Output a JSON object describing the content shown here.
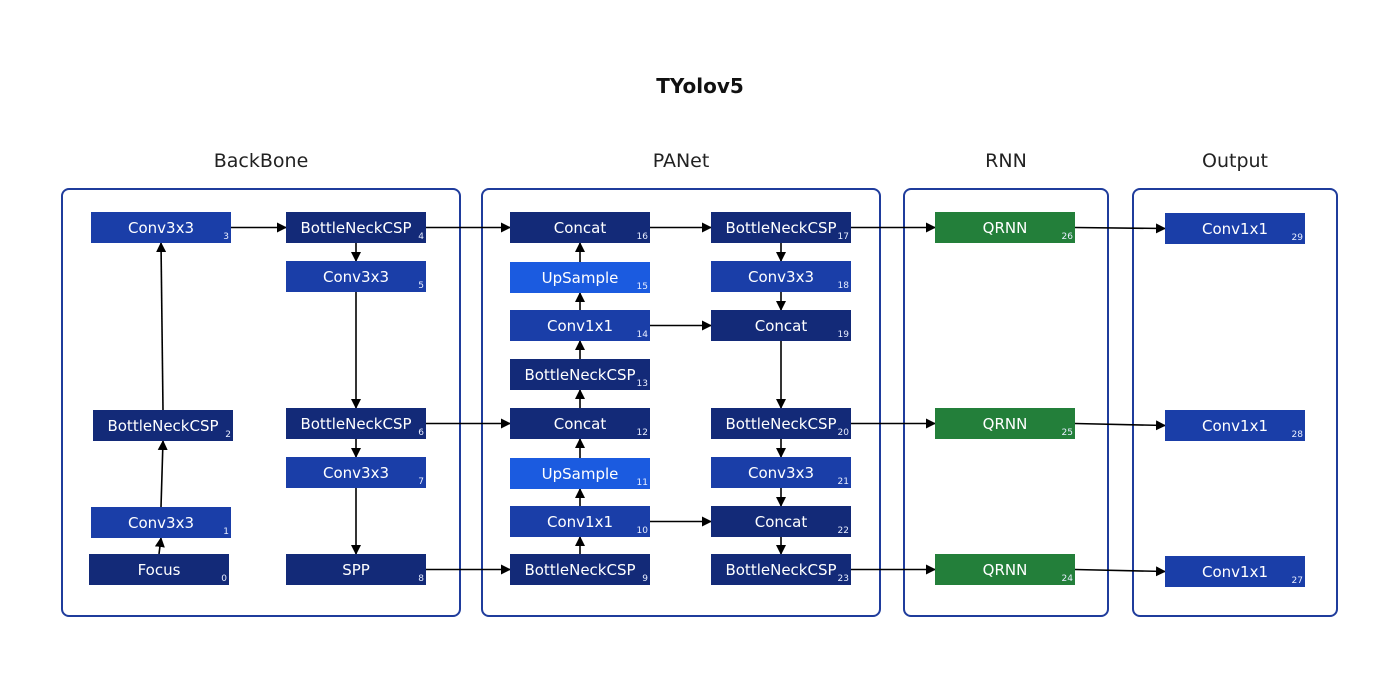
{
  "title": "TYolov5",
  "groups": [
    {
      "key": "backbone",
      "label": "BackBone"
    },
    {
      "key": "panet",
      "label": "PANet"
    },
    {
      "key": "rnn",
      "label": "RNN"
    },
    {
      "key": "output",
      "label": "Output"
    }
  ],
  "colors": {
    "dark": "#132a78",
    "mid": "#1a3ea8",
    "bright": "#1b5be0",
    "green": "#237f3a",
    "border": "#1f3c9c"
  },
  "nodes": [
    {
      "id": "0",
      "label": "Focus",
      "style": "dark"
    },
    {
      "id": "1",
      "label": "Conv3x3",
      "style": "mid"
    },
    {
      "id": "2",
      "label": "BottleNeckCSP",
      "style": "dark"
    },
    {
      "id": "3",
      "label": "Conv3x3",
      "style": "mid"
    },
    {
      "id": "4",
      "label": "BottleNeckCSP",
      "style": "dark"
    },
    {
      "id": "5",
      "label": "Conv3x3",
      "style": "mid"
    },
    {
      "id": "6",
      "label": "BottleNeckCSP",
      "style": "dark"
    },
    {
      "id": "7",
      "label": "Conv3x3",
      "style": "mid"
    },
    {
      "id": "8",
      "label": "SPP",
      "style": "dark"
    },
    {
      "id": "9",
      "label": "BottleNeckCSP",
      "style": "dark"
    },
    {
      "id": "10",
      "label": "Conv1x1",
      "style": "mid"
    },
    {
      "id": "11",
      "label": "UpSample",
      "style": "bright"
    },
    {
      "id": "12",
      "label": "Concat",
      "style": "dark"
    },
    {
      "id": "13",
      "label": "BottleNeckCSP",
      "style": "dark"
    },
    {
      "id": "14",
      "label": "Conv1x1",
      "style": "mid"
    },
    {
      "id": "15",
      "label": "UpSample",
      "style": "bright"
    },
    {
      "id": "16",
      "label": "Concat",
      "style": "dark"
    },
    {
      "id": "17",
      "label": "BottleNeckCSP",
      "style": "dark"
    },
    {
      "id": "18",
      "label": "Conv3x3",
      "style": "mid"
    },
    {
      "id": "19",
      "label": "Concat",
      "style": "dark"
    },
    {
      "id": "20",
      "label": "BottleNeckCSP",
      "style": "dark"
    },
    {
      "id": "21",
      "label": "Conv3x3",
      "style": "mid"
    },
    {
      "id": "22",
      "label": "Concat",
      "style": "dark"
    },
    {
      "id": "23",
      "label": "BottleNeckCSP",
      "style": "dark"
    },
    {
      "id": "24",
      "label": "QRNN",
      "style": "green"
    },
    {
      "id": "25",
      "label": "QRNN",
      "style": "green"
    },
    {
      "id": "26",
      "label": "QRNN",
      "style": "green"
    },
    {
      "id": "27",
      "label": "Conv1x1",
      "style": "mid"
    },
    {
      "id": "28",
      "label": "Conv1x1",
      "style": "mid"
    },
    {
      "id": "29",
      "label": "Conv1x1",
      "style": "mid"
    }
  ],
  "edges": [
    [
      "0",
      "1"
    ],
    [
      "1",
      "2"
    ],
    [
      "2",
      "3"
    ],
    [
      "3",
      "4"
    ],
    [
      "4",
      "5"
    ],
    [
      "5",
      "6"
    ],
    [
      "6",
      "7"
    ],
    [
      "7",
      "8"
    ],
    [
      "8",
      "9"
    ],
    [
      "9",
      "10"
    ],
    [
      "10",
      "11"
    ],
    [
      "11",
      "12"
    ],
    [
      "6",
      "12"
    ],
    [
      "12",
      "13"
    ],
    [
      "13",
      "14"
    ],
    [
      "14",
      "15"
    ],
    [
      "15",
      "16"
    ],
    [
      "4",
      "16"
    ],
    [
      "16",
      "17"
    ],
    [
      "17",
      "18"
    ],
    [
      "18",
      "19"
    ],
    [
      "14",
      "19"
    ],
    [
      "19",
      "20"
    ],
    [
      "20",
      "21"
    ],
    [
      "21",
      "22"
    ],
    [
      "10",
      "22"
    ],
    [
      "22",
      "23"
    ],
    [
      "23",
      "24"
    ],
    [
      "20",
      "25"
    ],
    [
      "17",
      "26"
    ],
    [
      "24",
      "27"
    ],
    [
      "25",
      "28"
    ],
    [
      "26",
      "29"
    ]
  ]
}
